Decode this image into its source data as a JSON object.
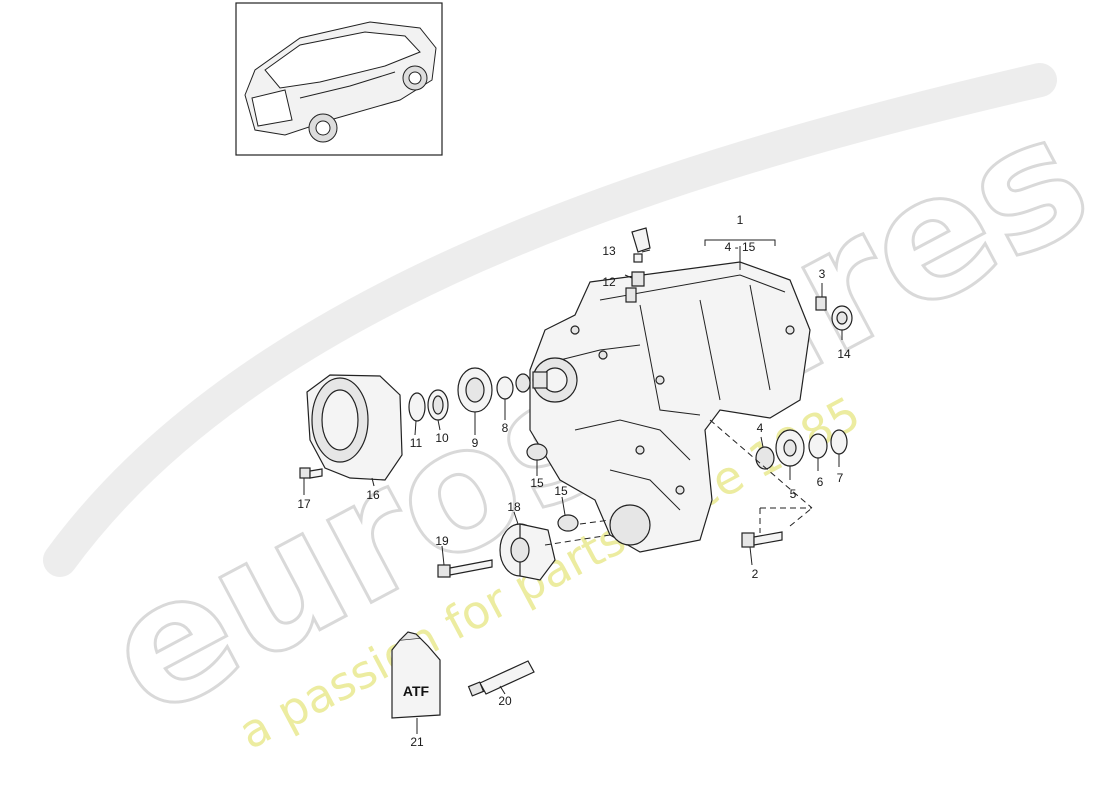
{
  "watermark": {
    "brand": "eurospares",
    "tagline": "a passion for parts since 1985"
  },
  "atf_label": "ATF",
  "callouts": {
    "p1": "1",
    "p1_range": "4 - 15",
    "p2": "2",
    "p3": "3",
    "p4": "4",
    "p5": "5",
    "p6": "6",
    "p7": "7",
    "p8": "8",
    "p9": "9",
    "p10": "10",
    "p11": "11",
    "p12": "12",
    "p13": "13",
    "p14": "14",
    "p15a": "15",
    "p15b": "15",
    "p16": "16",
    "p17": "17",
    "p18": "18",
    "p19": "19",
    "p20": "20",
    "p21": "21"
  }
}
